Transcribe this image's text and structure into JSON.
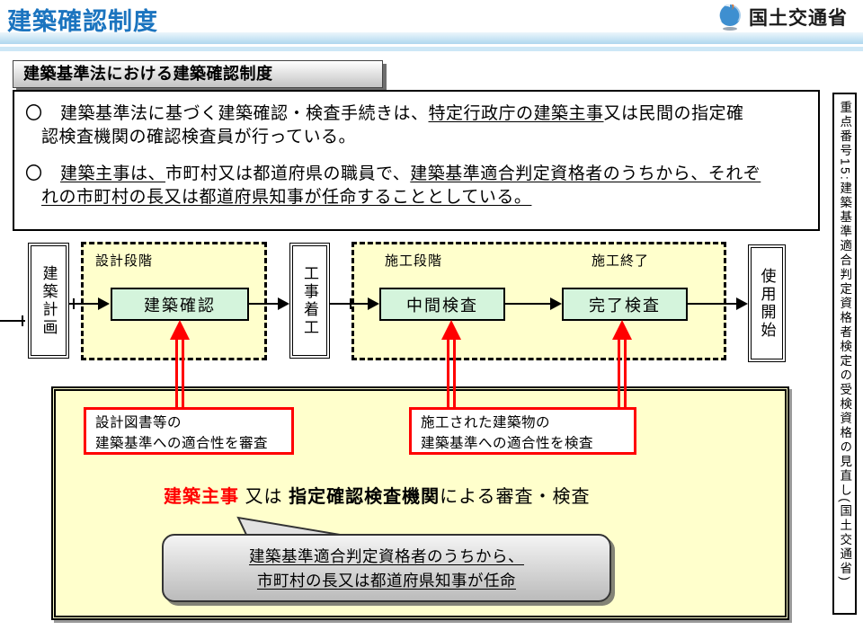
{
  "page": {
    "title": "建築確認制度",
    "ministry": "国土交通省"
  },
  "section_heading": "建築基準法における建築確認制度",
  "bullets": {
    "b1": {
      "l1s1": "〇　建築基準法に基づく建築確認・検査手続きは、",
      "l1s2_underline": "特定行政庁の建築主事",
      "l1s3": "又は民間の指定確",
      "l2s1": "認検査機関の確認検査員が行っている。"
    },
    "b2": {
      "l1s1": "〇　",
      "l1s2_underline": "建築主事は、",
      "l1s3": "市町村又は都道府県の職員で、",
      "l1s4_underline": "建築基準適合判定資格者のうちから、それぞ",
      "l2s1_underline": "れの市町村の長又は都道府県知事が任命することとしている。"
    }
  },
  "flow": {
    "start_box": "建築計画",
    "stage1_label": "設計段階",
    "stage1_box": "建築確認",
    "mid_box": "工事着工",
    "stage2_label1": "施工段階",
    "stage2_label2": "施工終了",
    "stage2_box1": "中間検査",
    "stage2_box2": "完了検査",
    "end_box": "使用開始"
  },
  "panel": {
    "note1_line1": "設計図書等の",
    "note1_line2": "建築基準への適合性を審査",
    "note2_line1": "施工された建築物の",
    "note2_line2": "建築基準への適合性を検査",
    "summary_s1": "建築主事",
    "summary_s2": " 又は ",
    "summary_s3": "指定確認検査機関",
    "summary_s4": "による審査・検査",
    "callout_line1": "建築基準適合判定資格者のうちから、",
    "callout_line2": "市町村の長又は都道府県知事が任命"
  },
  "sidebar_note": "重点番号15:建築基準適合判定資格者検定の受検資格の見直し(国土交通省)",
  "colors": {
    "title_blue": "#1B74BF",
    "stage_yellow": "#FFFFCC",
    "check_green": "#D4F4DC",
    "alert_red": "#FF0000",
    "header_stripe": "#AFD7EF"
  }
}
